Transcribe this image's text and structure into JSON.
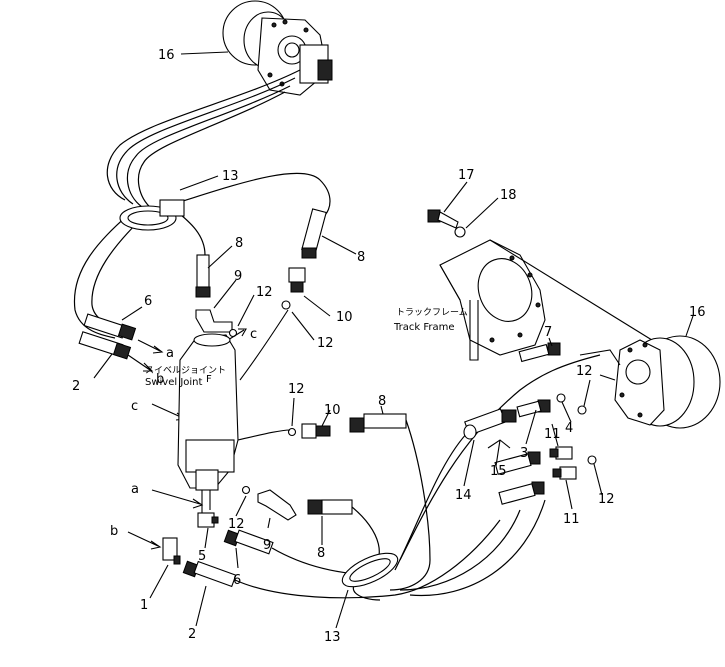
{
  "labels": {
    "n16a": "16",
    "n16b": "16",
    "n13a": "13",
    "n13b": "13",
    "n8a": "8",
    "n8b": "8",
    "n8c": "8",
    "n8d": "8",
    "n9a": "9",
    "n9b": "9",
    "n12a": "12",
    "n12b": "12",
    "n12c": "12",
    "n12d": "12",
    "n12e": "12",
    "n12f": "12",
    "n10a": "10",
    "n10b": "10",
    "n6a": "6",
    "n6b": "6",
    "n2a": "2",
    "n2b": "2",
    "n1": "1",
    "n5": "5",
    "n17": "17",
    "n18": "18",
    "n7": "7",
    "n3": "3",
    "n4": "4",
    "n11a": "11",
    "n11b": "11",
    "n14": "14",
    "n15": "15",
    "la1": "a",
    "lb1": "b",
    "lc1": "c",
    "lc2": "c",
    "la2": "a",
    "lb2": "b"
  },
  "swivel": {
    "jp": "スイベルジョイント",
    "en": "Swivel  Joint",
    "mark": "F"
  },
  "track_frame": {
    "jp": "トラックフレーム",
    "en": "Track  Frame"
  }
}
